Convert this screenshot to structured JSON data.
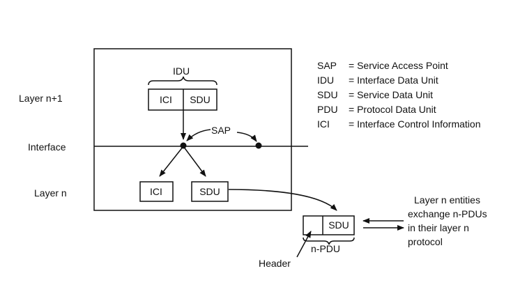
{
  "diagram": {
    "layer_labels": {
      "upper": "Layer n+1",
      "interface": "Interface",
      "lower": "Layer n"
    },
    "idu_label": "IDU",
    "idu_box": {
      "ici": "ICI",
      "sdu": "SDU"
    },
    "sap_label": "SAP",
    "lower_boxes": {
      "ici": "ICI",
      "sdu": "SDU"
    },
    "npdu_box": {
      "sdu": "SDU"
    },
    "npdu_label": "n-PDU",
    "header_label": "Header",
    "note_lines": [
      "Layer n entities",
      "exchange n-PDUs",
      "in their layer n",
      "protocol"
    ]
  },
  "legend": [
    {
      "abbr": "SAP",
      "def": "= Service Access Point"
    },
    {
      "abbr": "IDU",
      "def": "= Interface Data Unit"
    },
    {
      "abbr": "SDU",
      "def": "= Service Data Unit"
    },
    {
      "abbr": "PDU",
      "def": "= Protocol Data Unit"
    },
    {
      "abbr": "ICI",
      "def": "= Interface Control Information"
    }
  ]
}
